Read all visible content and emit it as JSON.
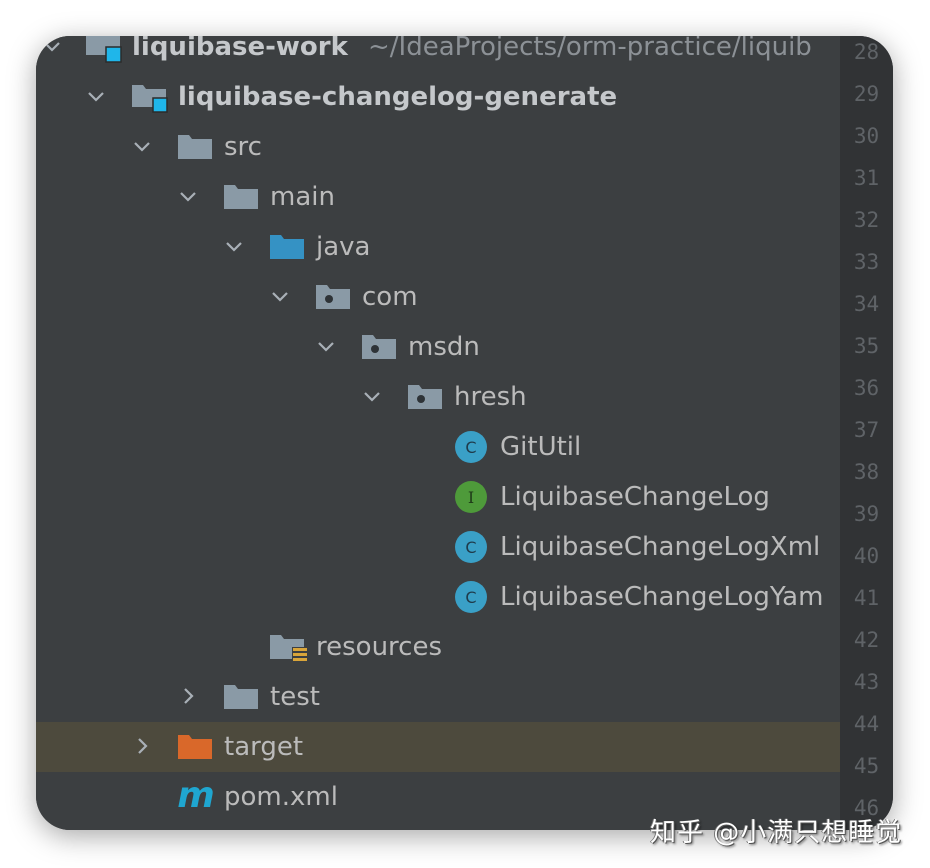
{
  "project_tree": {
    "rows": [
      {
        "label": "liquibase-work",
        "path_hint": "~/IdeaProjects/orm-practice/liquib",
        "icon": "module-folder-icon",
        "expanded": true,
        "bold": true
      },
      {
        "label": "liquibase-changelog-generate",
        "icon": "module-folder-icon",
        "expanded": true,
        "bold": true
      },
      {
        "label": "src",
        "icon": "folder-icon",
        "expanded": true
      },
      {
        "label": "main",
        "icon": "folder-icon",
        "expanded": true
      },
      {
        "label": "java",
        "icon": "source-root-folder-icon",
        "expanded": true
      },
      {
        "label": "com",
        "icon": "package-icon",
        "expanded": true
      },
      {
        "label": "msdn",
        "icon": "package-icon",
        "expanded": true
      },
      {
        "label": "hresh",
        "icon": "package-icon",
        "expanded": true
      },
      {
        "label": "GitUtil",
        "icon": "class-icon",
        "badge": "C"
      },
      {
        "label": "LiquibaseChangeLog",
        "icon": "interface-icon",
        "badge": "I"
      },
      {
        "label": "LiquibaseChangeLogXml",
        "icon": "class-icon",
        "badge": "C"
      },
      {
        "label": "LiquibaseChangeLogYam",
        "icon": "class-icon",
        "badge": "C"
      },
      {
        "label": "resources",
        "icon": "resources-folder-icon"
      },
      {
        "label": "test",
        "icon": "folder-icon",
        "expanded": false
      },
      {
        "label": "target",
        "icon": "excluded-folder-icon",
        "expanded": false,
        "selected": true
      },
      {
        "label": "pom.xml",
        "icon": "maven-icon",
        "badge": "m"
      }
    ]
  },
  "gutter": {
    "line_numbers": [
      "28",
      "29",
      "30",
      "31",
      "32",
      "33",
      "34",
      "35",
      "36",
      "37",
      "38",
      "39",
      "40",
      "41",
      "42",
      "43",
      "44",
      "45",
      "46"
    ]
  },
  "watermark": {
    "text": "知乎 @小满只想睡觉"
  },
  "colors": {
    "panel_bg": "#3c3f41",
    "gutter_bg": "#313335",
    "selected_row": "#4d4a3d",
    "folder": "#8a9aa6",
    "source_folder": "#3592c4",
    "class_badge": "#3aa0c7",
    "interface_badge": "#4e9a3a",
    "excluded_folder": "#d9682a",
    "module_marker": "#1fb6ea",
    "maven": "#1fa6d0"
  }
}
